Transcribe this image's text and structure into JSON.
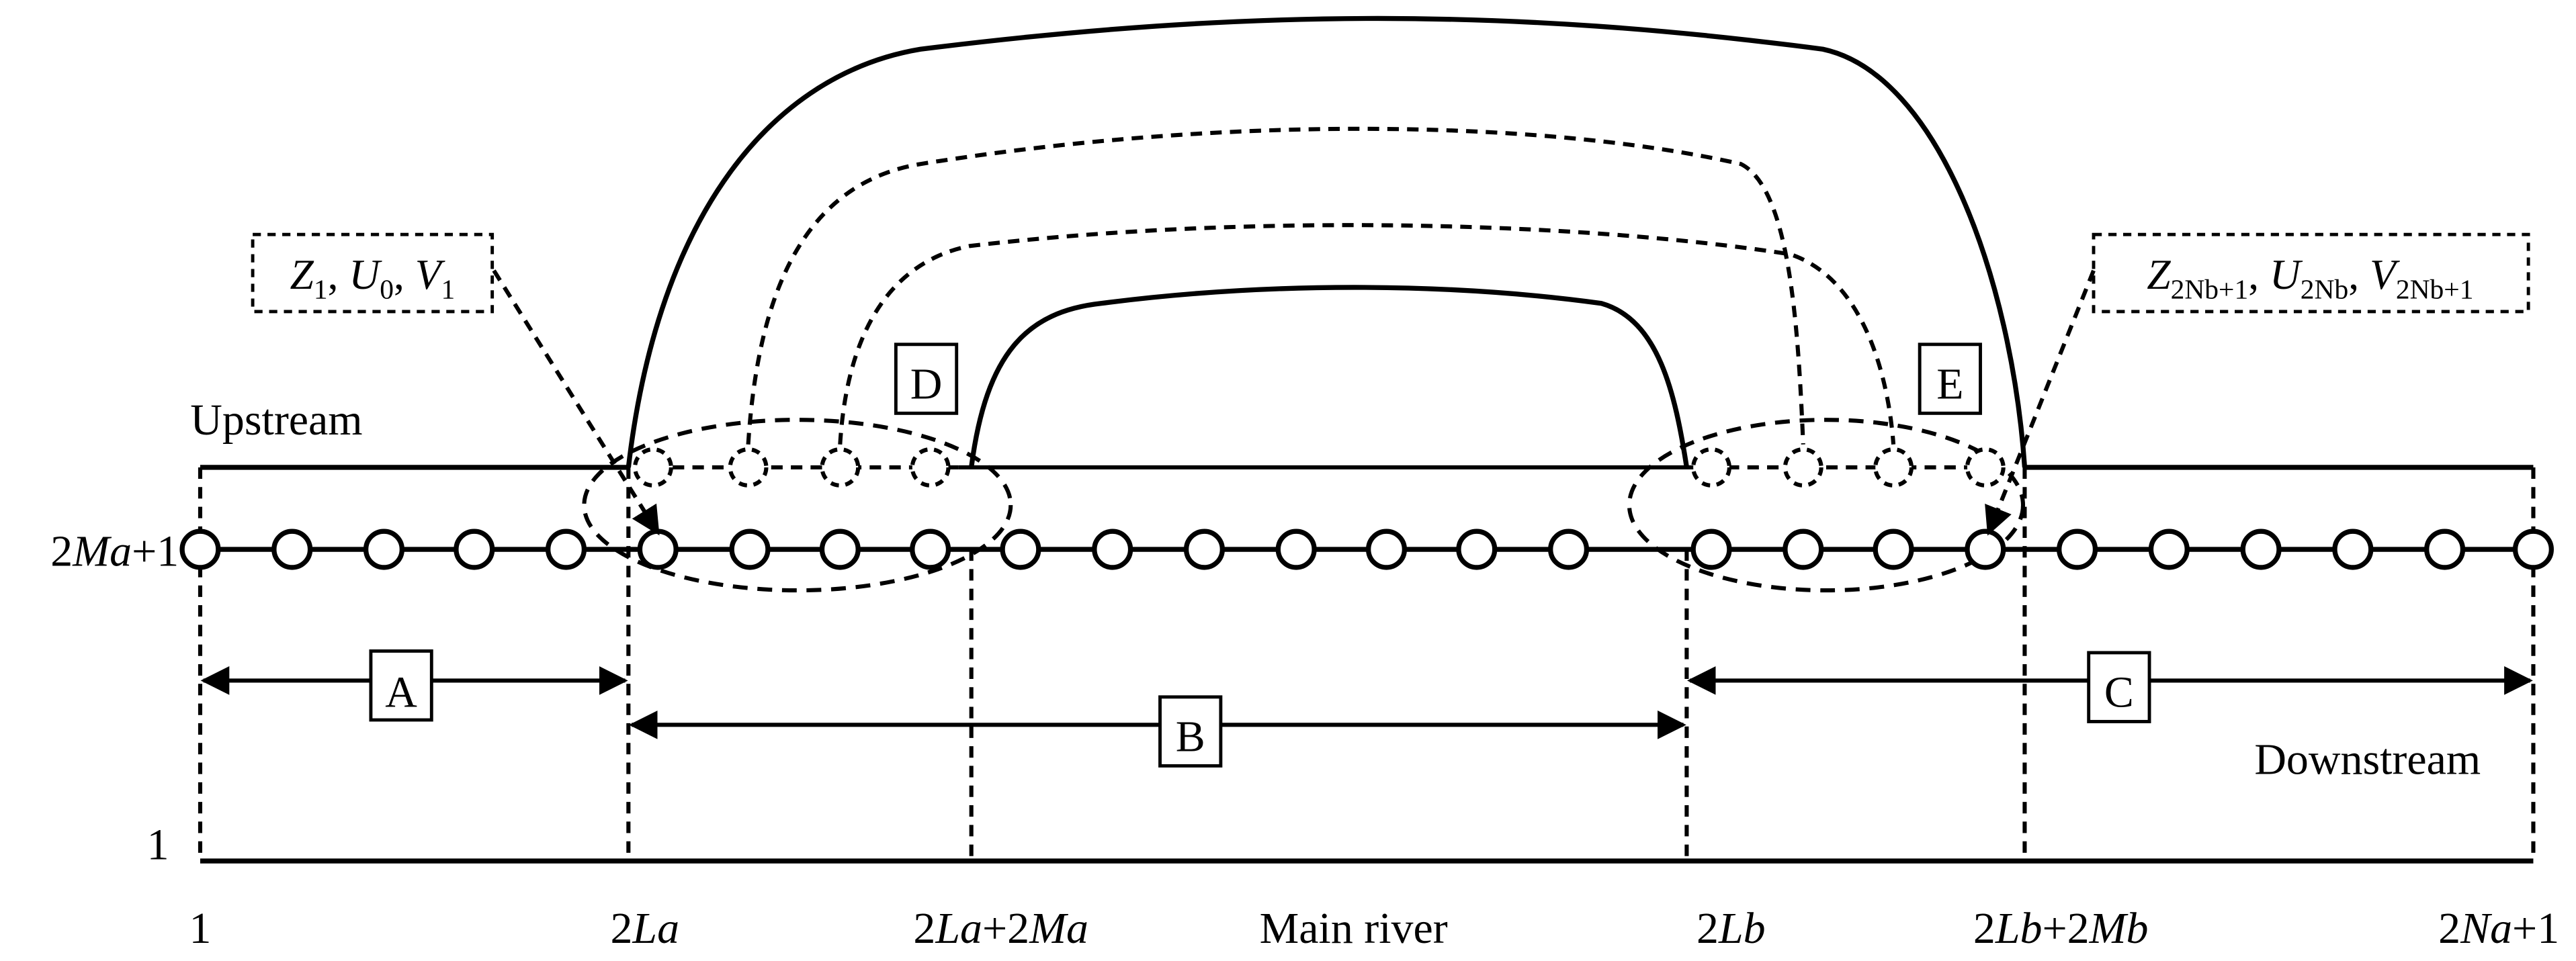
{
  "labels": {
    "upstream": "Upstream",
    "downstream": "Downstream",
    "main_river": "Main river",
    "y_top": "2Ma+1",
    "y_bottom": "1",
    "x_ticks": [
      "1",
      "2La",
      "2La+2Ma",
      "2Lb",
      "2Lb+2Mb",
      "2Na+1"
    ]
  },
  "boxes": {
    "A": "A",
    "B": "B",
    "C": "C",
    "D": "D",
    "E": "E"
  },
  "callouts": {
    "left": "Z1, U0, V1",
    "right": "Z2Nb+1, U2Nb, V2Nb+1"
  }
}
